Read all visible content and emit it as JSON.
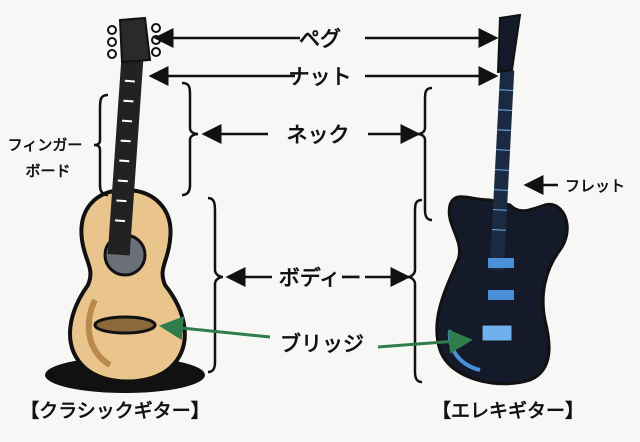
{
  "labels": {
    "peg": "ペグ",
    "nut": "ナット",
    "neck": "ネック",
    "fingerboard_line1": "フィンガー",
    "fingerboard_line2": "ボード",
    "fret": "フレット",
    "body": "ボディー",
    "bridge": "ブリッジ"
  },
  "captions": {
    "classical": "【クラシックギター】",
    "electric": "【エレキギター】"
  },
  "colors": {
    "arrow": "#111111",
    "bridge_arrow": "#2e7d4a",
    "classical_body": "#e9c48c",
    "electric_body": "#141a2a",
    "electric_accent": "#4a8fd8"
  }
}
